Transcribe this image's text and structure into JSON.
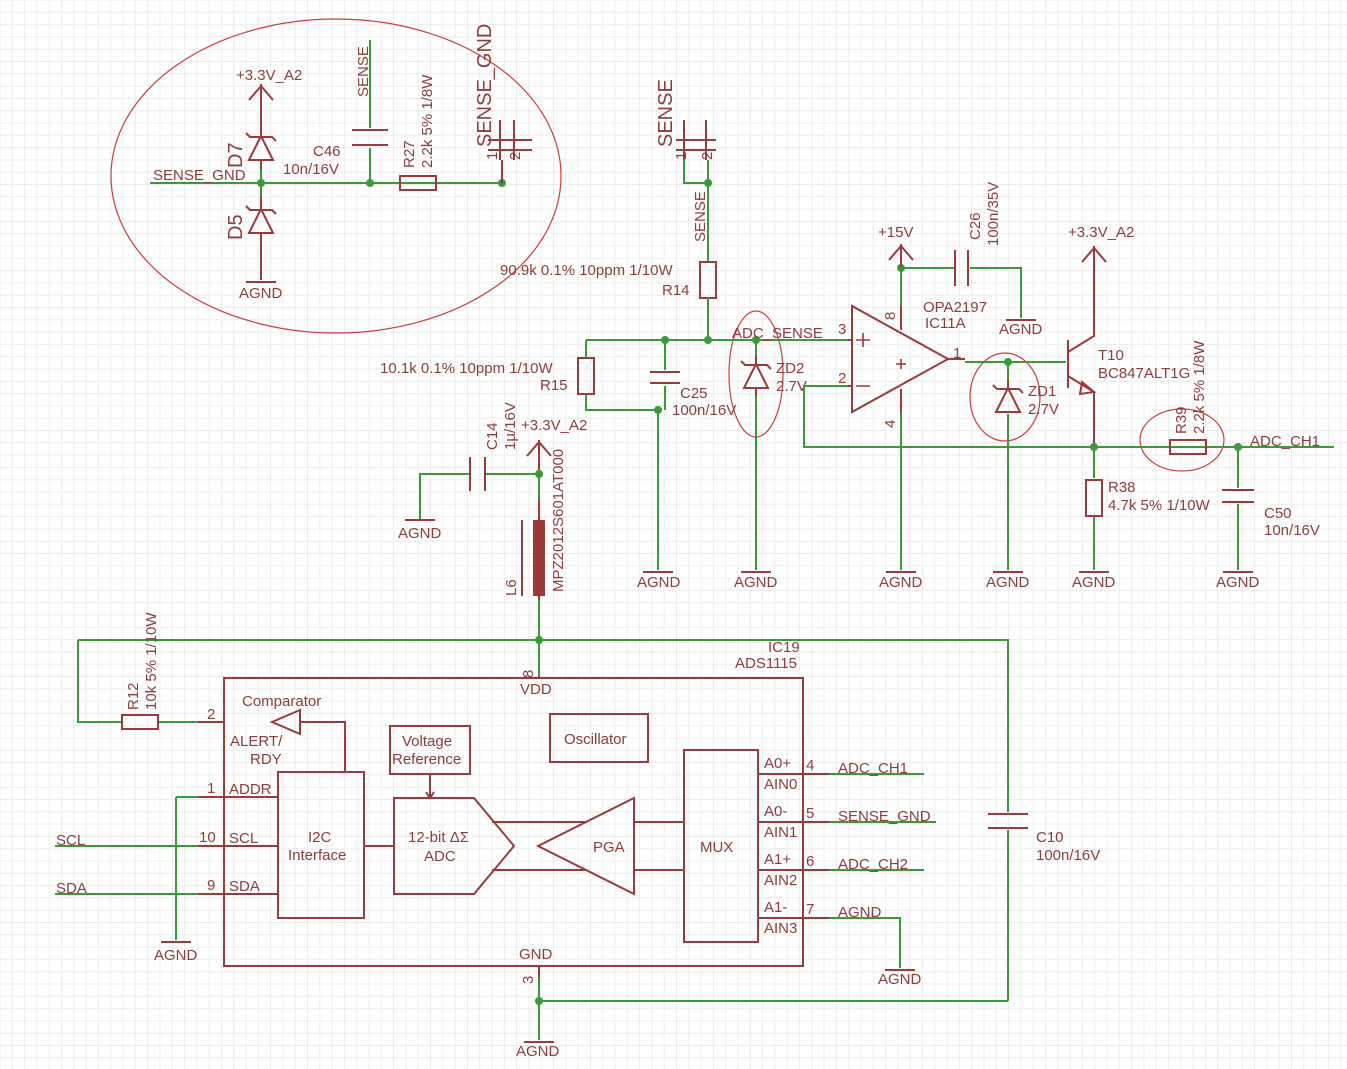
{
  "supplies": {
    "v33": "+3.3V_A2",
    "v15": "+15V",
    "agnd": "AGND"
  },
  "nets": {
    "sense": "SENSE",
    "sense_gnd": "SENSE_GND",
    "adc_sense": "ADC_SENSE",
    "adc_ch1": "ADC_CH1",
    "adc_ch2": "ADC_CH2",
    "scl": "SCL",
    "sda": "SDA",
    "agnd": "AGND"
  },
  "parts": {
    "d7": "D7",
    "d5": "D5",
    "c46": {
      "name": "C46",
      "value": "10n/16V"
    },
    "r27": {
      "name": "R27",
      "value": "2.2k 5% 1/8W"
    },
    "conn_sense_gnd": {
      "name": "SENSE_GND",
      "p1": "1",
      "p2": "2"
    },
    "conn_sense": {
      "name": "SENSE",
      "p1": "1",
      "p2": "2"
    },
    "r14": {
      "name": "R14",
      "value": "90.9k 0.1% 10ppm 1/10W"
    },
    "r15": {
      "name": "R15",
      "value": "10.1k 0.1% 10ppm 1/10W"
    },
    "c25": {
      "name": "C25",
      "value": "100n/16V"
    },
    "zd2": {
      "name": "ZD2",
      "value": "2.7V"
    },
    "ic11": {
      "name": "IC11A",
      "value": "OPA2197",
      "p1": "1",
      "p2": "2",
      "p3": "3",
      "p4": "4",
      "p8": "8"
    },
    "c26": {
      "name": "C26",
      "value": "100n/35V"
    },
    "zd1": {
      "name": "ZD1",
      "value": "2.7V"
    },
    "t10": {
      "name": "T10",
      "value": "BC847ALT1G"
    },
    "r39": {
      "name": "R39",
      "value": "2.2k 5% 1/8W"
    },
    "r38": {
      "name": "R38",
      "value": "4.7k 5% 1/10W"
    },
    "c50": {
      "name": "C50",
      "value": "10n/16V"
    },
    "c14": {
      "name": "C14",
      "value": "1µ/16V"
    },
    "l6": {
      "name": "L6",
      "value": "MPZ2012S601AT000"
    },
    "r12": {
      "name": "R12",
      "value": "10k 5% 1/10W"
    },
    "c10": {
      "name": "C10",
      "value": "100n/16V"
    }
  },
  "ic19": {
    "name": "IC19",
    "value": "ADS1115",
    "vdd": "VDD",
    "gnd": "GND",
    "pin_vdd": "8",
    "pin_gnd": "3",
    "pins_left": [
      {
        "num": "2",
        "label": "ALERT/",
        "label2": "RDY"
      },
      {
        "num": "1",
        "label": "ADDR"
      },
      {
        "num": "10",
        "label": "SCL"
      },
      {
        "num": "9",
        "label": "SDA"
      }
    ],
    "pins_right": [
      {
        "num": "4",
        "top": "A0+",
        "bottom": "AIN0"
      },
      {
        "num": "5",
        "top": "A0-",
        "bottom": "AIN1"
      },
      {
        "num": "6",
        "top": "A1+",
        "bottom": "AIN2"
      },
      {
        "num": "7",
        "top": "A1-",
        "bottom": "AIN3"
      }
    ],
    "blocks": {
      "comparator": "Comparator",
      "vref1": "Voltage",
      "vref2": "Reference",
      "oscillator": "Oscillator",
      "i2c1": "I2C",
      "i2c2": "Interface",
      "adc1": "12-bit ΔΣ",
      "adc2": "ADC",
      "pga": "PGA",
      "mux": "MUX"
    }
  }
}
